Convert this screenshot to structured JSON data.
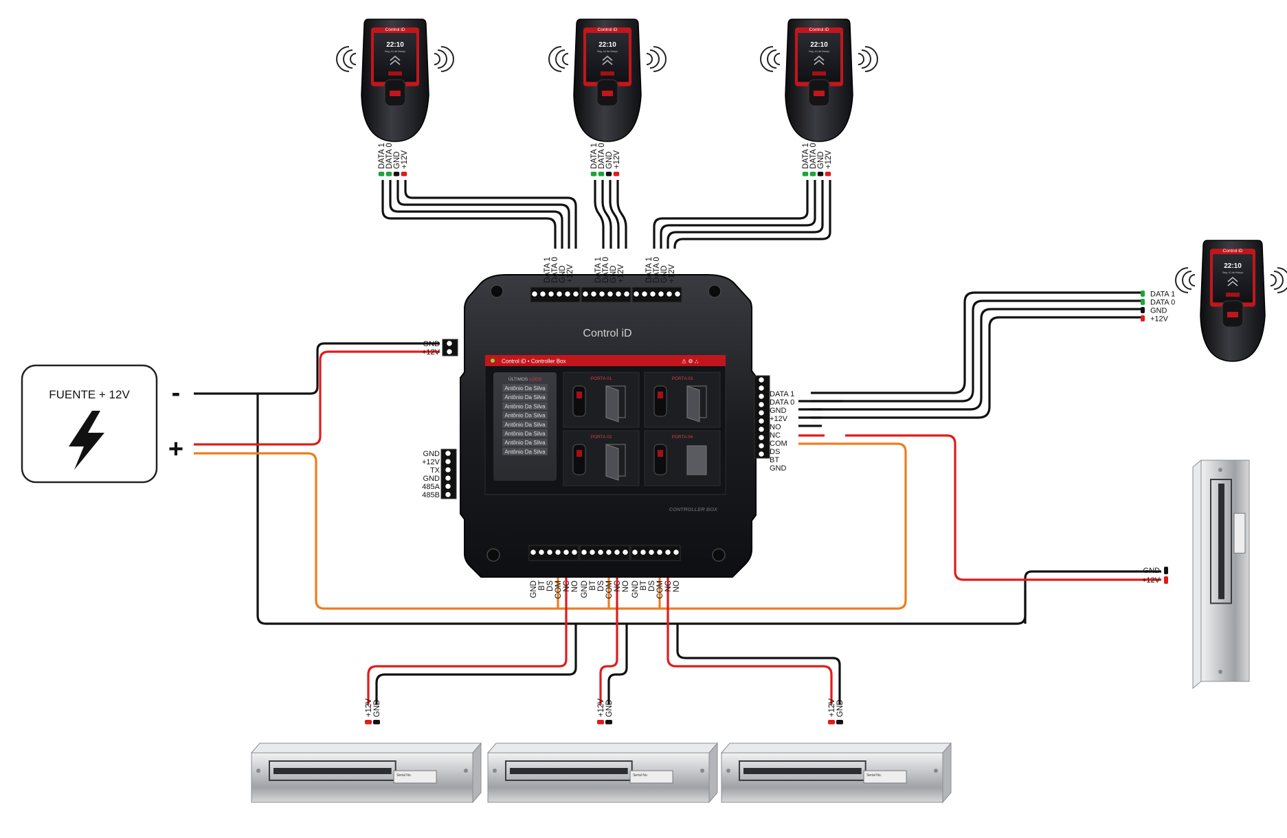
{
  "power_supply": {
    "label": "FUENTE + 12V",
    "minus_symbol": "-",
    "plus_symbol": "+"
  },
  "controller": {
    "brand": "Control iD",
    "app_title": "Control iD • Controller Box",
    "logs_title": "ÚLTIMOS",
    "logs_title_accent": "LOGS",
    "log_entries": [
      "Antônio Da Silva",
      "Antônio Da Silva",
      "Antônio Da Silva",
      "Antônio Da Silva",
      "Antônio Da Silva",
      "Antônio Da Silva",
      "Antônio Da Silva",
      "Antônio Da Silva"
    ],
    "doors": [
      "PORTA 01",
      "PORTA 03",
      "PORTA 02",
      "PORTA 04"
    ],
    "model_badge": "CONTROLLER BOX",
    "top_terminals": [
      "DATA 1",
      "DATA 0",
      "GND",
      "+12V"
    ],
    "power_terminals": [
      "GND",
      "+12V"
    ],
    "serial_terminals": [
      "GND",
      "+12V",
      "TX",
      "GND",
      "485A",
      "485B"
    ],
    "right_terminals": [
      "DATA 1",
      "DATA 0",
      "GND",
      "+12V",
      "NO",
      "NC",
      "COM",
      "DS",
      "BT",
      "GND"
    ],
    "bottom_terminals": [
      "GND",
      "BT",
      "DS",
      "COM",
      "NC",
      "NO"
    ]
  },
  "readers": {
    "clock": "22:10",
    "date": "Seg, 01 de Março",
    "brand": "Control iD",
    "wire_labels": [
      "DATA 1",
      "DATA 0",
      "GND",
      "+12V"
    ]
  },
  "locks": {
    "bottom_labels": [
      "+12V",
      "GND"
    ],
    "side_labels": [
      "GND",
      "+12V"
    ],
    "plate_text": "Serial No."
  },
  "colors": {
    "wire_black": "#111111",
    "wire_red": "#e01b1b",
    "wire_orange": "#ee7d1e",
    "wire_green": "#1fa33a",
    "housing": "#1c1d21",
    "screen_header": "#c3161c"
  }
}
